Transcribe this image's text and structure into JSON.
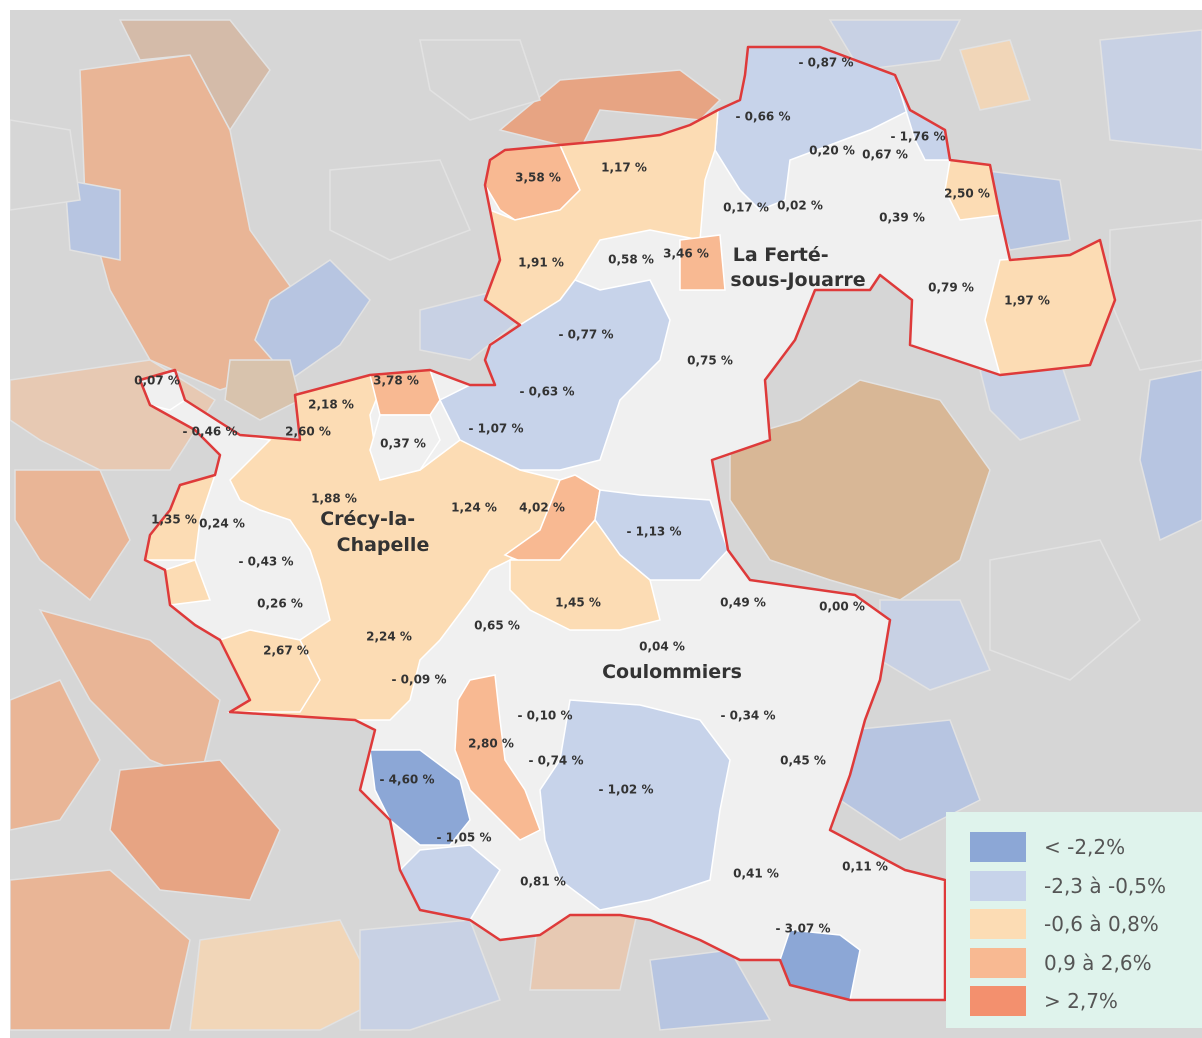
{
  "map": {
    "cities": [
      {
        "id": "la-ferte",
        "lines": [
          "La Ferté-",
          "sous-Jouarre"
        ]
      },
      {
        "id": "crecy",
        "lines": [
          "Crécy-la-",
          "Chapelle"
        ]
      },
      {
        "id": "coulommiers",
        "lines": [
          "Coulommiers"
        ]
      }
    ],
    "values": [
      {
        "id": "v01",
        "text": "- 0,87 %"
      },
      {
        "id": "v02",
        "text": "- 0,66 %"
      },
      {
        "id": "v03",
        "text": "- 1,76 %"
      },
      {
        "id": "v04",
        "text": "0,20 %"
      },
      {
        "id": "v05",
        "text": "0,67 %"
      },
      {
        "id": "v06",
        "text": "3,58 %"
      },
      {
        "id": "v07",
        "text": "1,17 %"
      },
      {
        "id": "v08",
        "text": "0,17 %"
      },
      {
        "id": "v09",
        "text": "0,02 %"
      },
      {
        "id": "v10",
        "text": "2,50 %"
      },
      {
        "id": "v11",
        "text": "0,39 %"
      },
      {
        "id": "v12",
        "text": "1,91 %"
      },
      {
        "id": "v13",
        "text": "0,58 %"
      },
      {
        "id": "v14",
        "text": "3,46 %"
      },
      {
        "id": "v15",
        "text": "0,79 %"
      },
      {
        "id": "v16",
        "text": "1,97 %"
      },
      {
        "id": "v17",
        "text": "- 0,77 %"
      },
      {
        "id": "v18",
        "text": "0,75 %"
      },
      {
        "id": "v19",
        "text": "0,07 %"
      },
      {
        "id": "v20",
        "text": "3,78 %"
      },
      {
        "id": "v21",
        "text": "- 0,63 %"
      },
      {
        "id": "v22",
        "text": "2,18 %"
      },
      {
        "id": "v23",
        "text": "- 0,46 %"
      },
      {
        "id": "v24",
        "text": "2,60 %"
      },
      {
        "id": "v25",
        "text": "0,37 %"
      },
      {
        "id": "v26",
        "text": "- 1,07 %"
      },
      {
        "id": "v27",
        "text": "1,88 %"
      },
      {
        "id": "v28",
        "text": "1,24 %"
      },
      {
        "id": "v29",
        "text": "4,02 %"
      },
      {
        "id": "v30",
        "text": "1,35 %"
      },
      {
        "id": "v31",
        "text": "0,24 %"
      },
      {
        "id": "v32",
        "text": "- 1,13 %"
      },
      {
        "id": "v33",
        "text": "- 0,43 %"
      },
      {
        "id": "v34",
        "text": "1,45 %"
      },
      {
        "id": "v35",
        "text": "0,49 %"
      },
      {
        "id": "v36",
        "text": "0,00 %"
      },
      {
        "id": "v37",
        "text": "0,26 %"
      },
      {
        "id": "v38",
        "text": "0,65 %"
      },
      {
        "id": "v39",
        "text": "0,04 %"
      },
      {
        "id": "v40",
        "text": "2,67 %"
      },
      {
        "id": "v41",
        "text": "2,24 %"
      },
      {
        "id": "v42",
        "text": "- 0,09 %"
      },
      {
        "id": "v43",
        "text": "- 0,10 %"
      },
      {
        "id": "v44",
        "text": "- 0,34 %"
      },
      {
        "id": "v45",
        "text": "2,80 %"
      },
      {
        "id": "v46",
        "text": "- 0,74 %"
      },
      {
        "id": "v47",
        "text": "0,45 %"
      },
      {
        "id": "v48",
        "text": "- 4,60 %"
      },
      {
        "id": "v49",
        "text": "- 1,02 %"
      },
      {
        "id": "v50",
        "text": "- 1,05 %"
      },
      {
        "id": "v51",
        "text": "0,81 %"
      },
      {
        "id": "v52",
        "text": "0,41 %"
      },
      {
        "id": "v53",
        "text": "0,11 %"
      },
      {
        "id": "v54",
        "text": "- 3,07 %"
      }
    ]
  },
  "legend": {
    "items": [
      {
        "label": "< -2,2%",
        "color": "#8ca7d6"
      },
      {
        "label": "-2,3 à -0,5%",
        "color": "#c7d3ea"
      },
      {
        "label": "-0,6 à 0,8%",
        "color": "#fcdcb4"
      },
      {
        "label": "0,9 à 2,6%",
        "color": "#f8b992"
      },
      {
        "label": "> 2,7%",
        "color": "#f3906e"
      }
    ]
  },
  "colors": {
    "background_grey": "#d6d6d6",
    "neutral": "#f0f0f0",
    "boundary": "#de3a3a"
  }
}
